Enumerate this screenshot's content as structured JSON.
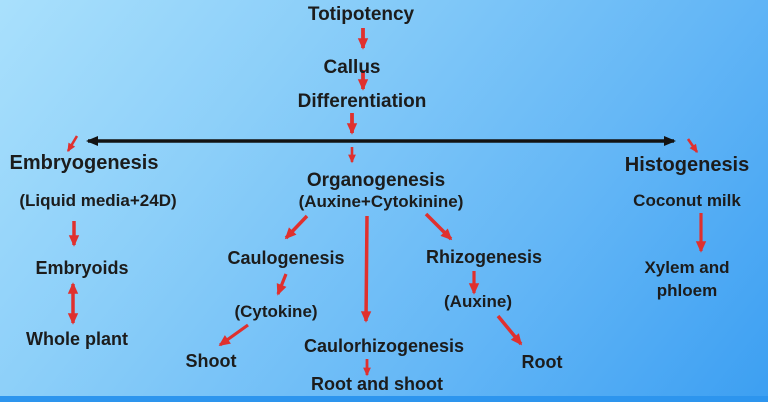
{
  "diagram_title": "Totipotency plant tissue culture flowchart",
  "nodes": {
    "totipotency": "Totipotency",
    "callus": "Callus",
    "differentiation": "Differentiation",
    "embryogenesis": "Embryogenesis",
    "liquid_media": "(Liquid media+24D)",
    "embryoids": "Embryoids",
    "whole_plant": "Whole plant",
    "organogenesis": "Organogenesis",
    "organogenesis_sub": "(Auxine+Cytokinine)",
    "caulogenesis": "Caulogenesis",
    "cytokine": "(Cytokine)",
    "shoot": "Shoot",
    "caulorhizogenesis": "Caulorhizogenesis",
    "root_and_shoot": "Root and shoot",
    "rhizogenesis": "Rhizogenesis",
    "auxine": "(Auxine)",
    "root": "Root",
    "histogenesis": "Histogenesis",
    "coconut_milk": "Coconut milk",
    "xylem_line1": "Xylem and",
    "xylem_line2": "phloem"
  },
  "edges": [
    {
      "from": "Totipotency",
      "to": "Callus",
      "color": "red"
    },
    {
      "from": "Callus",
      "to": "Differentiation",
      "color": "red"
    },
    {
      "from": "Differentiation",
      "to": "Embryogenesis",
      "color": "red-via-black-branch"
    },
    {
      "from": "Differentiation",
      "to": "Organogenesis",
      "color": "red"
    },
    {
      "from": "Differentiation",
      "to": "Histogenesis",
      "color": "red-via-black-branch"
    },
    {
      "from": "Embryogenesis (Liquid media+24D)",
      "to": "Embryoids",
      "color": "red"
    },
    {
      "from": "Embryoids",
      "to": "Whole plant",
      "color": "red",
      "bidirectional": true
    },
    {
      "from": "Organogenesis",
      "to": "Caulogenesis",
      "color": "red"
    },
    {
      "from": "Organogenesis",
      "to": "Caulorhizogenesis",
      "color": "red"
    },
    {
      "from": "Organogenesis",
      "to": "Rhizogenesis",
      "color": "red"
    },
    {
      "from": "Caulogenesis",
      "to": "(Cytokine)",
      "color": "red"
    },
    {
      "from": "(Cytokine)",
      "to": "Shoot",
      "color": "red"
    },
    {
      "from": "Caulorhizogenesis",
      "to": "Root and shoot",
      "color": "red"
    },
    {
      "from": "Rhizogenesis",
      "to": "(Auxine)",
      "color": "red"
    },
    {
      "from": "(Auxine)",
      "to": "Root",
      "color": "red"
    },
    {
      "from": "Coconut milk",
      "to": "Xylem and phloem",
      "color": "red"
    }
  ],
  "colors": {
    "arrow_red": "#e0302e",
    "arrow_black": "#131313",
    "text": "#1c1c1c",
    "background_top_left": "#a9e0fc",
    "background_bottom_right": "#3c9ff2",
    "bottom_strip": "#2d95ee"
  }
}
